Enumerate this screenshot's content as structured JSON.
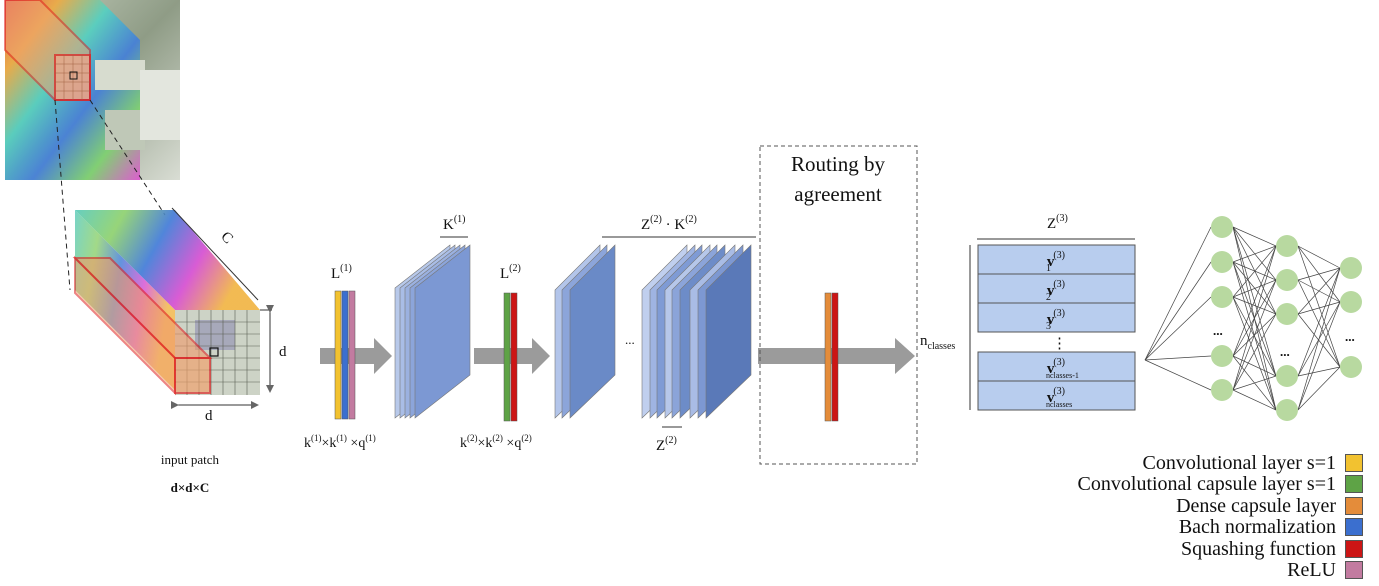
{
  "input": {
    "caption": "input patch",
    "size": "d×d×C",
    "dim_side": "d",
    "dim_bottom": "d",
    "dim_depth": "C"
  },
  "block1": {
    "layer_label_base": "L",
    "layer_label_sup": "(1)",
    "kernel_label_base": "K",
    "kernel_label_sup": "(1)",
    "formula": {
      "a": "k",
      "a_sup": "(1)",
      "b": "k",
      "b_sup": "(1)",
      "c": "q",
      "c_sup": "(1)"
    }
  },
  "block2": {
    "layer_label_base": "L",
    "layer_label_sup": "(2)",
    "top_label": {
      "z": "Z",
      "z_sup": "(2)",
      "k": "K",
      "k_sup": "(2)"
    },
    "bottom_label": {
      "z": "Z",
      "z_sup": "(2)"
    },
    "ellipsis": "...",
    "formula": {
      "a": "k",
      "a_sup": "(2)",
      "b": "k",
      "b_sup": "(2)",
      "c": "q",
      "c_sup": "(2)"
    }
  },
  "routing": {
    "line1": "Routing by",
    "line2": "agreement"
  },
  "capsules": {
    "top_label": "Z",
    "top_label_sup": "(3)",
    "side_label": "n",
    "side_label_sub": "classes",
    "vec_base": "v",
    "vec_sup": "(3)",
    "rows_top": [
      "1",
      "2",
      "3"
    ],
    "ellipsis": "⋮",
    "rows_bottom": [
      "nclasses-1",
      "nclasses"
    ]
  },
  "mlp": {
    "ellipsis": "..."
  },
  "legend": [
    {
      "label": "Convolutional layer s=1",
      "color": "#f2c230"
    },
    {
      "label": "Convolutional capsule layer s=1",
      "color": "#5ea346"
    },
    {
      "label": "Dense capsule layer",
      "color": "#e48c3a"
    },
    {
      "label": "Bach normalization",
      "color": "#3b6fcf"
    },
    {
      "label": "Squashing function",
      "color": "#cc1515"
    },
    {
      "label": "ReLU",
      "color": "#c27ba0"
    }
  ],
  "colors": {
    "arrow": "#9b9b9b",
    "feature_map": "#6f8fca",
    "capsule_box": "#b8cdee",
    "node": "#b8d9a0"
  }
}
